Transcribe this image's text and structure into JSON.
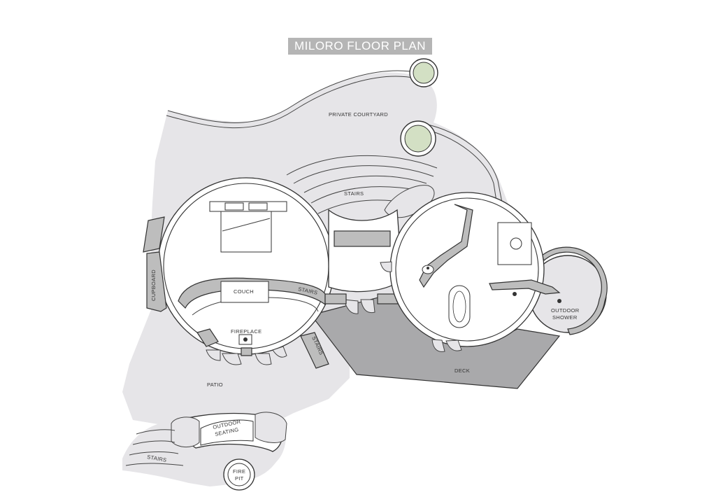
{
  "title": "MILORO FLOOR PLAN",
  "labels": {
    "private_courtyard": "PRIVATE COURTYARD",
    "stairs_top": "STAIRS",
    "couch": "COUCH",
    "stairs_couch": "STAIRS",
    "cupboard": "CUPBOARD",
    "fireplace": "FIREPLACE",
    "stairs_right": "STAIRS",
    "deck": "DECK",
    "outdoor_shower_1": "OUTDOOR",
    "outdoor_shower_2": "SHOWER",
    "patio": "PATIO",
    "outdoor_seating_1": "OUTDOOR",
    "outdoor_seating_2": "SEATING",
    "stairs_bottom": "STAIRS",
    "fire_pit_1": "FIRE",
    "fire_pit_2": "PIT"
  },
  "colors": {
    "ground": "#e6e5e8",
    "deck": "#a9a9ab",
    "walls": "#bdbdbd",
    "trees": "#d3e0c4"
  }
}
